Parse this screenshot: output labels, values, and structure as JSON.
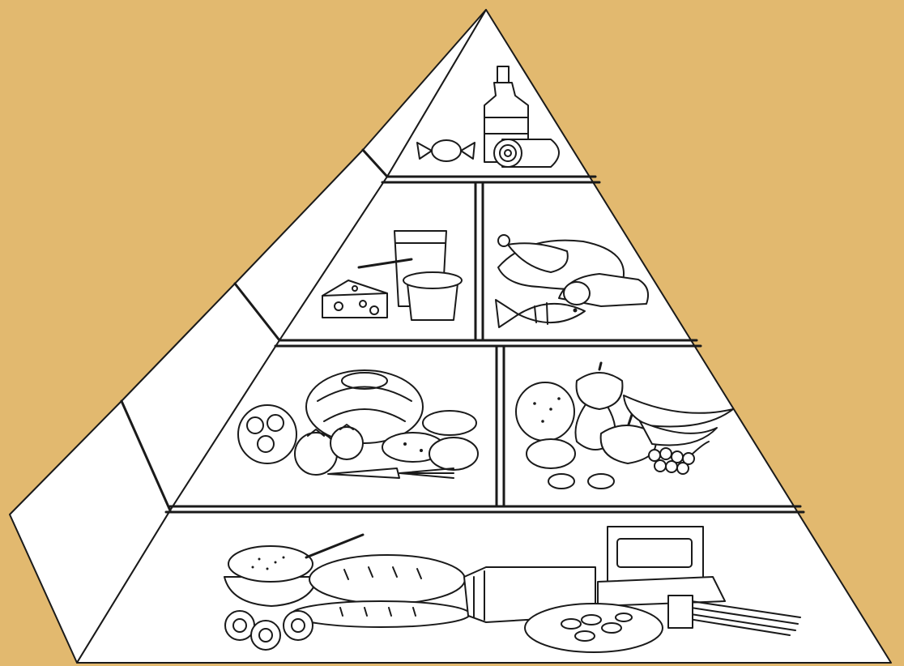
{
  "colors": {
    "background": "#e2b96f",
    "face": "#ffffff",
    "outline": "#1a1a1a"
  },
  "tiers": [
    {
      "level": 1,
      "icons": [
        "oil-bottle-icon",
        "candy-icon",
        "pastry-roll-icon"
      ]
    },
    {
      "level": 2,
      "icons": [
        "milk-glass-icon",
        "cheese-icon",
        "yogurt-cup-icon",
        "chicken-icon",
        "fish-icon",
        "meat-icon"
      ]
    },
    {
      "level": 3,
      "icons": [
        "cabbage-icon",
        "cauliflower-icon",
        "tomato-icon",
        "carrot-icon",
        "potato-icon",
        "orange-icon",
        "apple-icon",
        "pear-icon",
        "banana-icon",
        "grapes-icon",
        "nuts-icon"
      ]
    },
    {
      "level": 4,
      "icons": [
        "cereal-bowl-icon",
        "bread-loaf-icon",
        "sliced-bread-icon",
        "cereal-box-icon",
        "pasta-icon",
        "egg-icon",
        "peanuts-plate-icon"
      ]
    }
  ]
}
